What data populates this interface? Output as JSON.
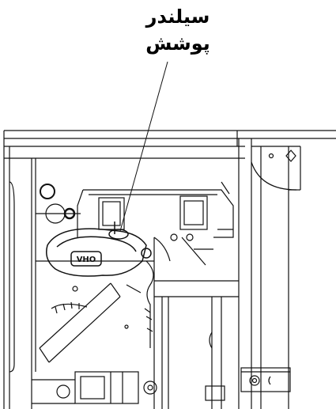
{
  "callout": {
    "line1": "سیلندر",
    "line2": "پوشش"
  },
  "colors": {
    "line": "#111111",
    "paper": "#ffffff"
  },
  "stamp_text": "VHO"
}
